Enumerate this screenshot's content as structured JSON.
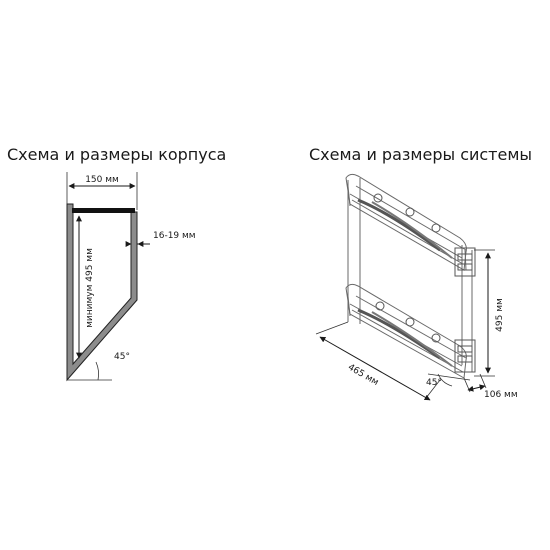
{
  "left_section": {
    "title": "Схема и размеры корпуса",
    "width_label": "150 мм",
    "thickness_label": "16-19 мм",
    "height_label": "минимум 495 мм",
    "angle_label": "45°"
  },
  "right_section": {
    "title": "Схема и размеры системы",
    "height_label": "495 мм",
    "depth_label": "465 мм",
    "width_label": "106 мм",
    "angle_label": "45°"
  }
}
